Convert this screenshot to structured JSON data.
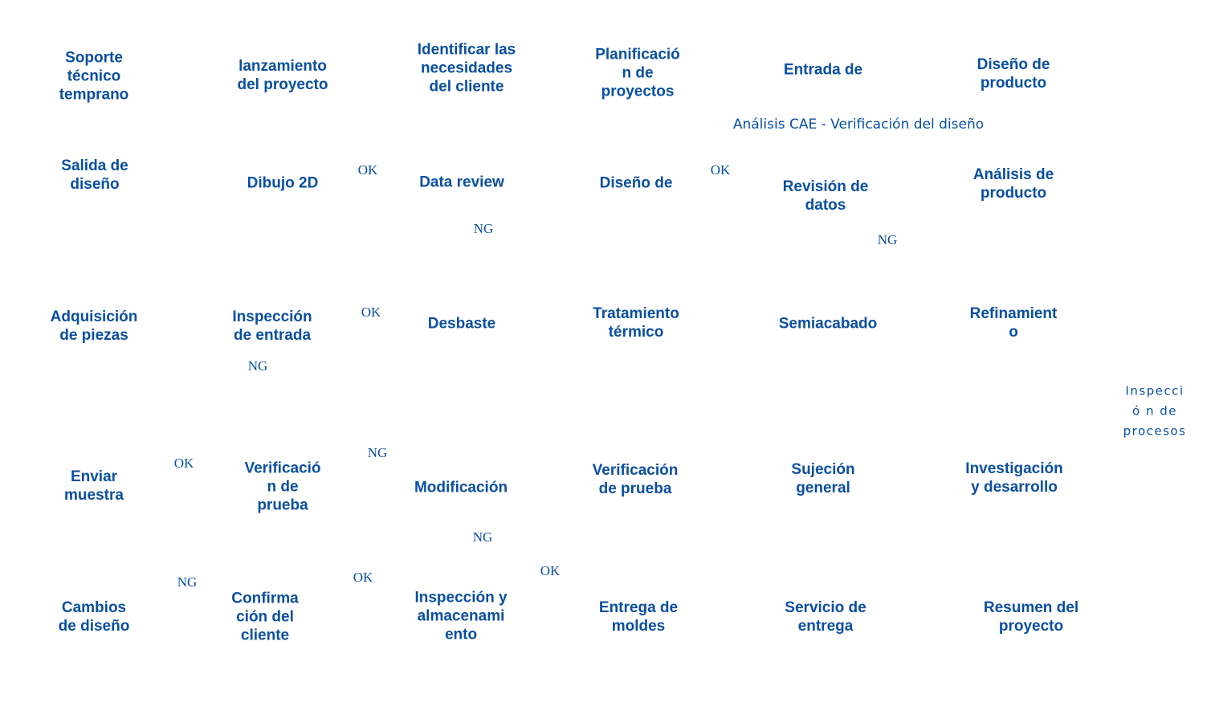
{
  "colors": {
    "text": "#0a4fa0",
    "background": "#ffffff"
  },
  "nodes": {
    "soporte_tecnico": "Soporte\ntécnico\ntemprano",
    "lanzamiento": "lanzamiento\ndel proyecto",
    "identificar_necesidades": "Identificar las\nnecesidades\ndel cliente",
    "planificacion": "Planificació\nn de\nproyectos",
    "entrada_de": "Entrada de",
    "diseno_producto": "Diseño de\nproducto",
    "salida_diseno": "Salida de\ndiseño",
    "dibujo_2d": "Dibujo 2D",
    "data_review": "Data review",
    "diseno_de": "Diseño de",
    "revision_datos": "Revisión de\ndatos",
    "analisis_producto": "Análisis de\nproducto",
    "adquisicion_piezas": "Adquisición\nde piezas",
    "inspeccion_entrada": "Inspección\nde entrada",
    "desbaste": "Desbaste",
    "tratamiento_termico": "Tratamiento\ntérmico",
    "semiacabado": "Semiacabado",
    "refinamiento": "Refinamient\no",
    "enviar_muestra": "Enviar\nmuestra",
    "verificacion_prueba_1": "Verificació\nn de\nprueba",
    "modificacion": "Modificación",
    "verificacion_prueba_2": "Verificación\nde prueba",
    "sujecion_general": "Sujeción\ngeneral",
    "investigacion_desarrollo": "Investigación\ny desarrollo",
    "cambios_diseno": "Cambios\nde diseño",
    "confirmacion_cliente": "Confirma\nción del\ncliente",
    "inspeccion_almacenamiento": "Inspección y\nalmacenami\nento",
    "entrega_moldes": "Entrega de\nmoldes",
    "servicio_entrega": "Servicio de\nentrega",
    "resumen_proyecto": "Resumen del\nproyecto"
  },
  "edge_labels": {
    "ok_1": "OK",
    "ok_2": "OK",
    "ng_1": "NG",
    "ng_2": "NG",
    "ok_3": "OK",
    "ng_3": "NG",
    "ok_4": "OK",
    "ng_4": "NG",
    "ng_5": "NG",
    "ng_6": "NG",
    "ok_5": "OK",
    "ok_6": "OK"
  },
  "notes": {
    "cae_analysis": "Análisis CAE - Verificación del diseño",
    "process_inspection": "Inspecci ó n de\nprocesos"
  }
}
